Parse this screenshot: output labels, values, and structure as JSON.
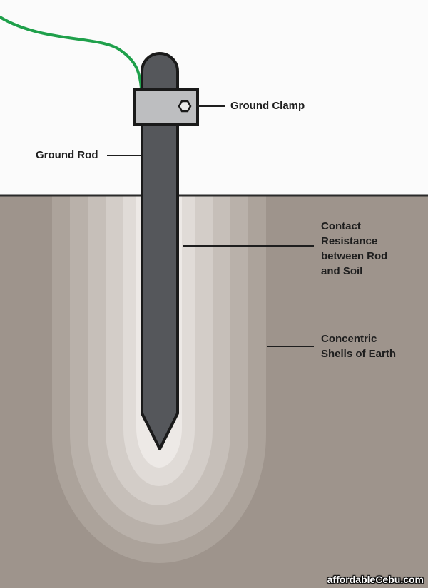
{
  "labels": {
    "ground_clamp": "Ground Clamp",
    "ground_rod": "Ground Rod",
    "contact_resistance": "Contact\nResistance\nbetween Rod\nand Soil",
    "concentric_shells": "Concentric\nShells of Earth"
  },
  "watermark": "affordableCebu.com",
  "colors": {
    "sky": "#fbfbfb",
    "soil": "#9e948c",
    "ground_line": "#2a2a2a",
    "rod": "#55575b",
    "rod_outline": "#1a1a1a",
    "clamp": "#bdbec0",
    "wire": "#1fa04b",
    "leader_line": "#1e1e1e",
    "shells": [
      "#aca39b",
      "#b9b1aa",
      "#c6bfb9",
      "#d3cdc8",
      "#e0dbd7",
      "#ede9e6"
    ]
  },
  "icons": {
    "clamp_bolt": "hex-nut-icon"
  }
}
